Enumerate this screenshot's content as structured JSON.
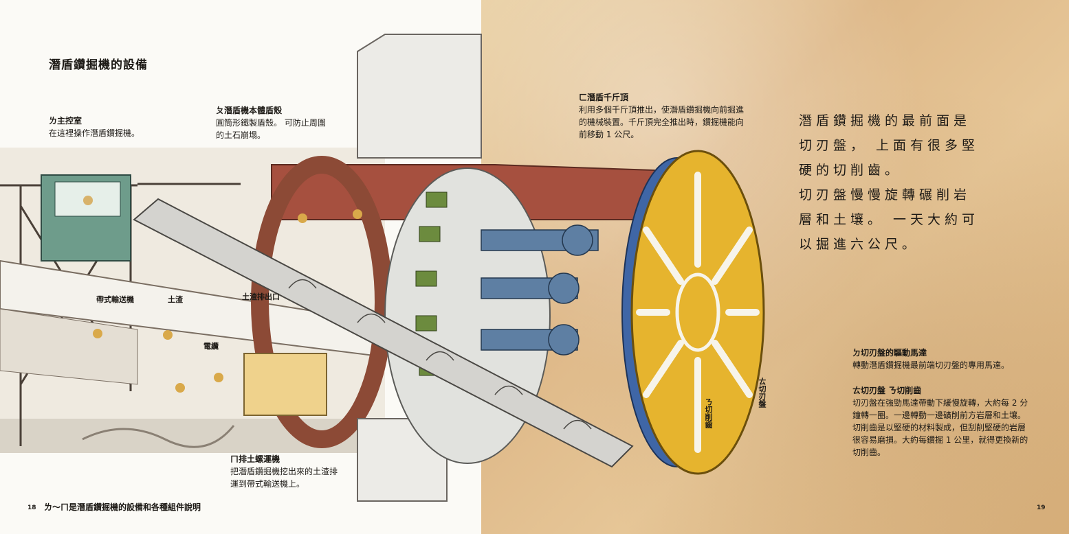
{
  "title": "潛盾鑽掘機的設備",
  "labels": {
    "control_room": {
      "heading": "ㄌ主控室",
      "body": "在這裡操作潛盾鑽掘機。"
    },
    "shell": {
      "heading": "ㄆ潛盾機本體盾殼",
      "body": "圓筒形鐵製盾殼。 可防止周圍\n的土石崩塌。"
    },
    "jack": {
      "heading": "ㄈ潛盾千斤頂",
      "body": "利用多個千斤頂推出，使潛盾鑽掘機向前掘進\n的機械裝置。千斤頂完全推出時，鑽掘機能向\n前移動 1 公尺。"
    },
    "screw": {
      "heading": "ㄇ排土螺運機",
      "body": "把潛盾鑽掘機挖出來的土渣排\n運到帶式輸送機上。"
    },
    "motor": {
      "heading": "ㄉ切刃盤的驅動馬達",
      "body": "轉動潛盾鑽掘機最前端切刃盤的專用馬達。"
    },
    "cutter": {
      "heading": "ㄊ切刃盤 ㄋ切削齒",
      "body": "切刃盤在強勁馬達帶動下緩慢旋轉，大約每 2 分\n鐘轉一圈。一邊轉動一邊礦削前方岩層和土壤。\n切削齒是以堅硬的材料製成，但刮削堅硬的岩層\n很容易磨損。大約每鑽掘 1 公里，就得更換新的\n切削齒。"
    }
  },
  "main_text": "潛盾鑽掘機的最前面是\n切刃盤， 上面有很多堅\n硬的切削齒。\n切刃盤慢慢旋轉碾削岩\n層和土壤。 一天大約可\n以掘進六公尺。",
  "diagram_labels": {
    "conveyor": "帶式輸送機",
    "soil": "土渣",
    "outlet": "土渣排出口",
    "cable": "電纜",
    "cutter_disc": "ㄊ切刃盤",
    "cutter_teeth": "ㄋ切削齒"
  },
  "footer": "ㄌ～ㄇ是潛盾鑽掘機的設備和各種組件說明",
  "page_left": "18",
  "page_right": "19"
}
